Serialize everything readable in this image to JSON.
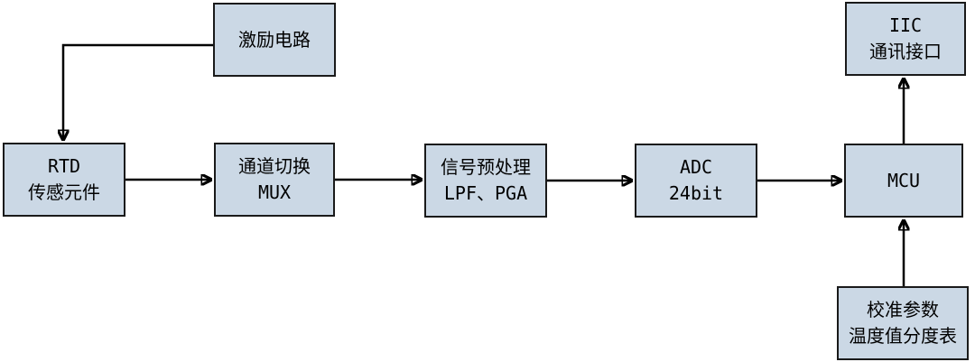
{
  "colors": {
    "box_fill": "#cbd8e5",
    "box_border": "#1a1a1a",
    "arrow": "#000000",
    "background": "#ffffff"
  },
  "diagram": {
    "type": "block-diagram",
    "nodes": {
      "excitation": {
        "lines": [
          "激励电路"
        ]
      },
      "rtd": {
        "lines": [
          "RTD",
          "传感元件"
        ]
      },
      "mux": {
        "lines": [
          "通道切换",
          "MUX"
        ]
      },
      "preprocess": {
        "lines": [
          "信号预处理",
          "LPF、PGA"
        ]
      },
      "adc": {
        "lines": [
          "ADC",
          "24bit"
        ]
      },
      "mcu": {
        "lines": [
          "MCU"
        ]
      },
      "iic": {
        "lines": [
          "IIC",
          "通讯接口"
        ]
      },
      "calibration": {
        "lines": [
          "校准参数",
          "温度值分度表"
        ]
      }
    },
    "edges": [
      {
        "from": "excitation",
        "to": "rtd"
      },
      {
        "from": "rtd",
        "to": "mux"
      },
      {
        "from": "mux",
        "to": "preprocess"
      },
      {
        "from": "preprocess",
        "to": "adc"
      },
      {
        "from": "adc",
        "to": "mcu"
      },
      {
        "from": "mcu",
        "to": "iic"
      },
      {
        "from": "calibration",
        "to": "mcu"
      }
    ]
  }
}
